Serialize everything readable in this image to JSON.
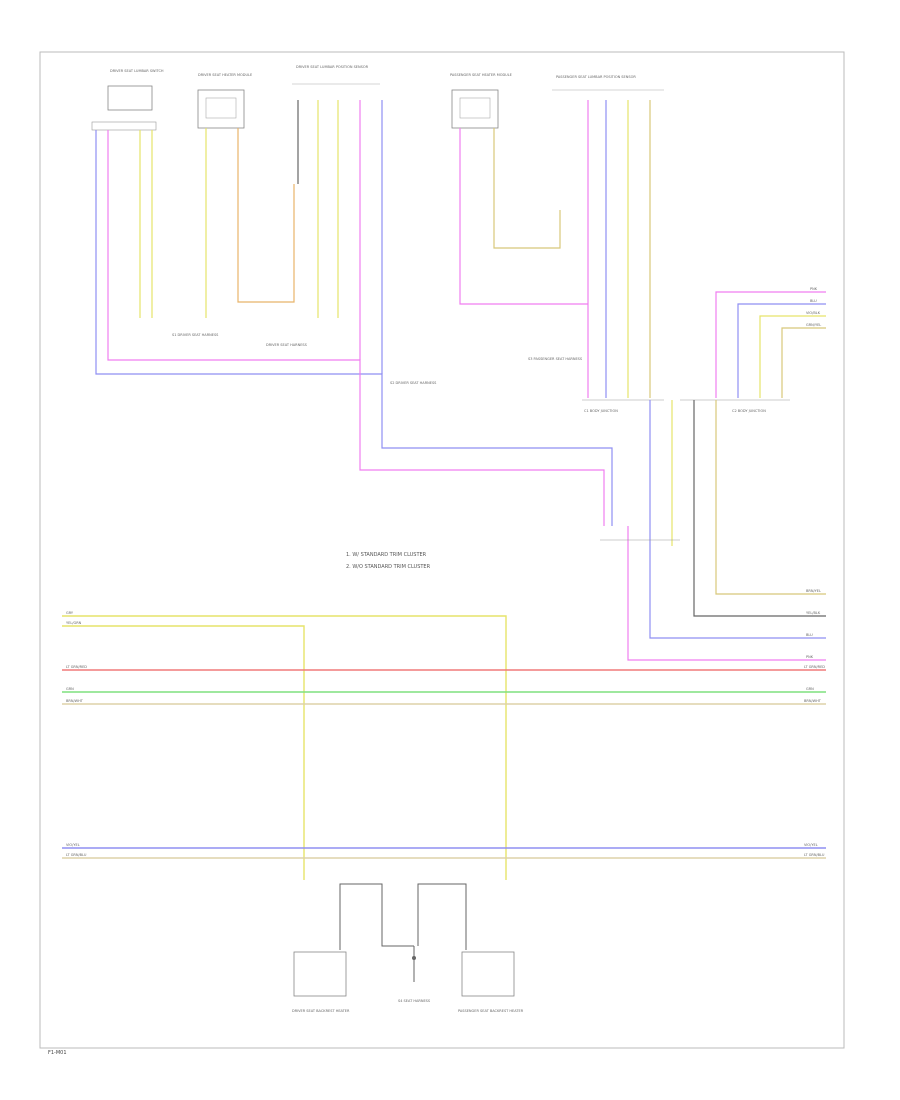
{
  "notes": {
    "n1": "1. W/ STANDARD TRIM CLUSTER",
    "n2": "2. W/O STANDARD TRIM CLUSTER"
  },
  "footer_code": "F1-M01",
  "components": {
    "top_switch_a": "DRIVER SEAT LUMBAR SWITCH",
    "top_switch_b": "DRIVER SEAT HEATER MODULE",
    "top_harness_a": "DRIVER SEAT LUMBAR POSITION SENSOR",
    "top_switch_c": "PASSENGER SEAT HEATER MODULE",
    "top_harness_b": "PASSENGER SEAT LUMBAR POSITION SENSOR",
    "splice_left": "S1 DRIVER SEAT HARNESS",
    "splice_mid": "DRIVER SEAT HARNESS",
    "splice_center": "S2 DRIVER SEAT HARNESS",
    "splice_right": "S3 PASSENGER SEAT HARNESS",
    "junction_left": "C1 BODY JUNCTION",
    "junction_right": "C2 BODY JUNCTION",
    "bottom_left": "DRIVER SEAT BACKREST HEATER",
    "bottom_center": "S4 SEAT HARNESS",
    "bottom_right": "PASSENGER SEAT BACKREST HEATER"
  },
  "bus": {
    "left": [
      "GRY",
      "YEL/GRN",
      "LT GRN/RED",
      "GRN",
      "BRN/WHT",
      "VIO/YEL",
      "LT GRN/BLU"
    ],
    "right": [
      "BRN/YEL",
      "YEL/BLK",
      "BLU",
      "PNK",
      "LT GRN/RED",
      "GRN",
      "BRN/WHT",
      "VIO/YEL",
      "LT GRN/BLU"
    ],
    "top_right": [
      "PNK",
      "BLU",
      "VIO/BLK",
      "GRN/YEL"
    ]
  },
  "colors": {
    "yellow": "#e6e46a",
    "blue": "#8f8ff2",
    "pink": "#f07ef0",
    "orange": "#e8b46a",
    "red": "#f07a7a",
    "green": "#7fe07f",
    "tan": "#ddd2a8",
    "gray": "#666666",
    "tan_yellow": "#d8c87a"
  }
}
